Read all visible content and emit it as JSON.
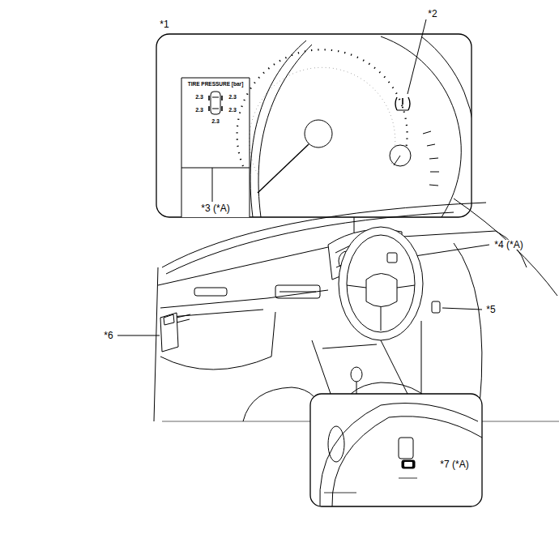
{
  "diagram": {
    "labels": [
      "*1",
      "*2",
      "TIRE PRESSURE [bar]",
      "2.3",
      "2.3",
      "2.3",
      "2.3",
      "2.3",
      "*3 (*A)",
      "*4 (*A)",
      "*5",
      "*6",
      "*7 (*A)"
    ]
  }
}
